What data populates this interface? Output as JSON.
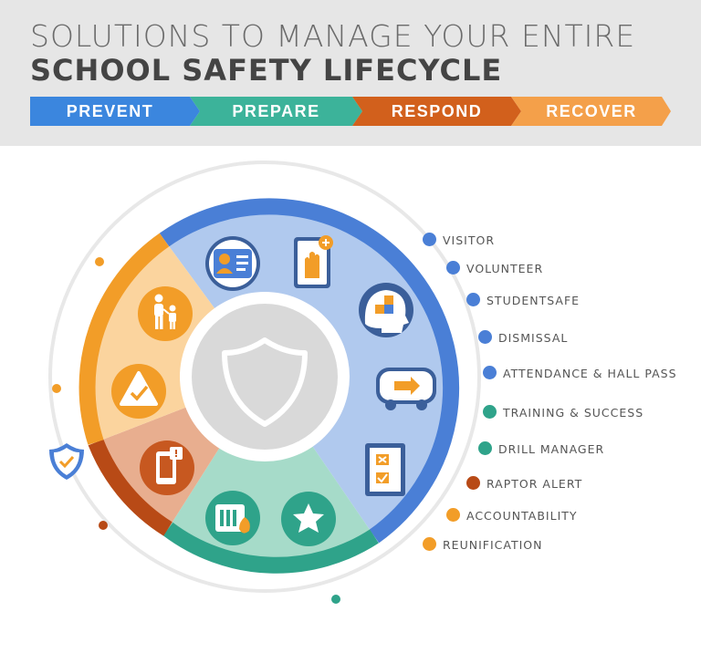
{
  "header": {
    "title_line1": "SOLUTIONS TO MANAGE YOUR ENTIRE",
    "title_line2": "SCHOOL SAFETY LIFECYCLE"
  },
  "phases": [
    {
      "label": "PREVENT",
      "color": "#3b86de"
    },
    {
      "label": "PREPARE",
      "color": "#3cb39a"
    },
    {
      "label": "RESPOND",
      "color": "#d2601c"
    },
    {
      "label": "RECOVER",
      "color": "#f4a04a"
    }
  ],
  "legend": [
    {
      "label": "VISITOR",
      "color": "#4a7fd6"
    },
    {
      "label": "VOLUNTEER",
      "color": "#4a7fd6"
    },
    {
      "label": "STUDENTSAFE",
      "color": "#4a7fd6"
    },
    {
      "label": "DISMISSAL",
      "color": "#4a7fd6"
    },
    {
      "label": "ATTENDANCE & HALL PASS",
      "color": "#4a7fd6"
    },
    {
      "label": "TRAINING & SUCCESS",
      "color": "#2fa38a"
    },
    {
      "label": "DRILL MANAGER",
      "color": "#2fa38a"
    },
    {
      "label": "RAPTOR ALERT",
      "color": "#b84a16"
    },
    {
      "label": "ACCOUNTABILITY",
      "color": "#f29d28"
    },
    {
      "label": "REUNIFICATION",
      "color": "#f29d28"
    }
  ],
  "wheel": {
    "segment_colors": {
      "blue_outer": "#4a7fd6",
      "blue_inner": "#b0c9ee",
      "teal_outer": "#2fa38a",
      "teal_inner": "#a6dbc9",
      "rust_outer": "#b84a16",
      "rust_inner": "#e8ae8f",
      "orange_outer": "#f29d28",
      "orange_inner": "#fbd49e"
    }
  }
}
